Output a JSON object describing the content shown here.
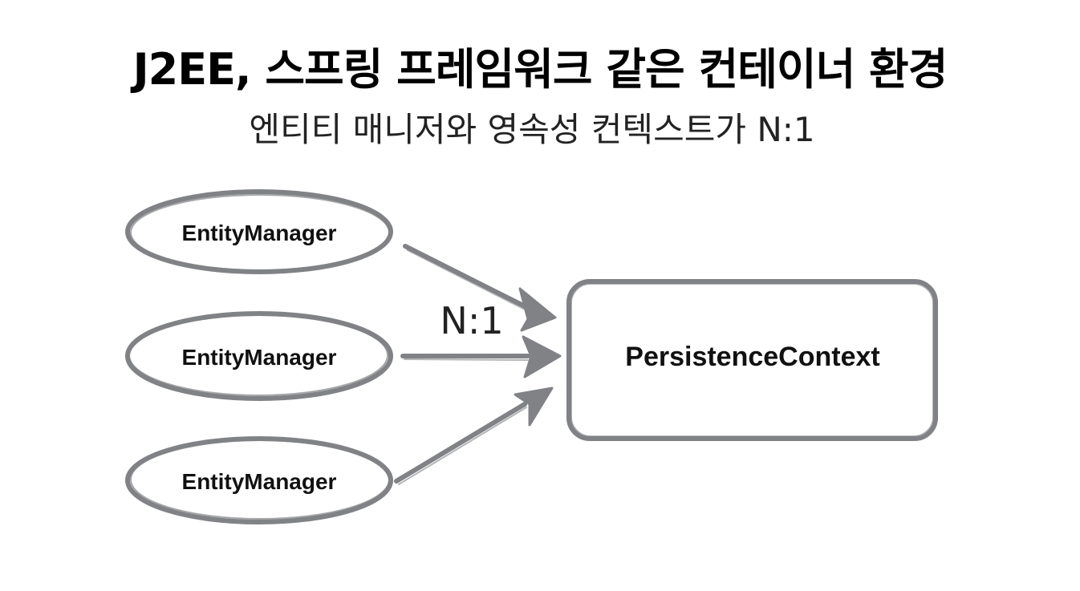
{
  "title": "J2EE, 스프링 프레임워크 같은 컨테이너 환경",
  "subtitle": "엔티티 매니저와 영속성 컨텍스트가 N:1",
  "diagram": {
    "entity_managers": [
      {
        "label": "EntityManager"
      },
      {
        "label": "EntityManager"
      },
      {
        "label": "EntityManager"
      }
    ],
    "relation_label": "N:1",
    "target": {
      "label": "PersistenceContext"
    },
    "stroke_color": "#808285"
  }
}
